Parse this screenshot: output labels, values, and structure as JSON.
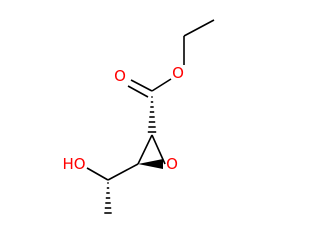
{
  "molecule": {
    "atoms": {
      "carbonyl_oxygen": "O",
      "ester_oxygen": "O",
      "epoxide_oxygen": "O",
      "hydroxyl": "HO"
    }
  },
  "colors": {
    "bond": "#000000",
    "oxygen": "#ff0000",
    "background": "#ffffff"
  }
}
